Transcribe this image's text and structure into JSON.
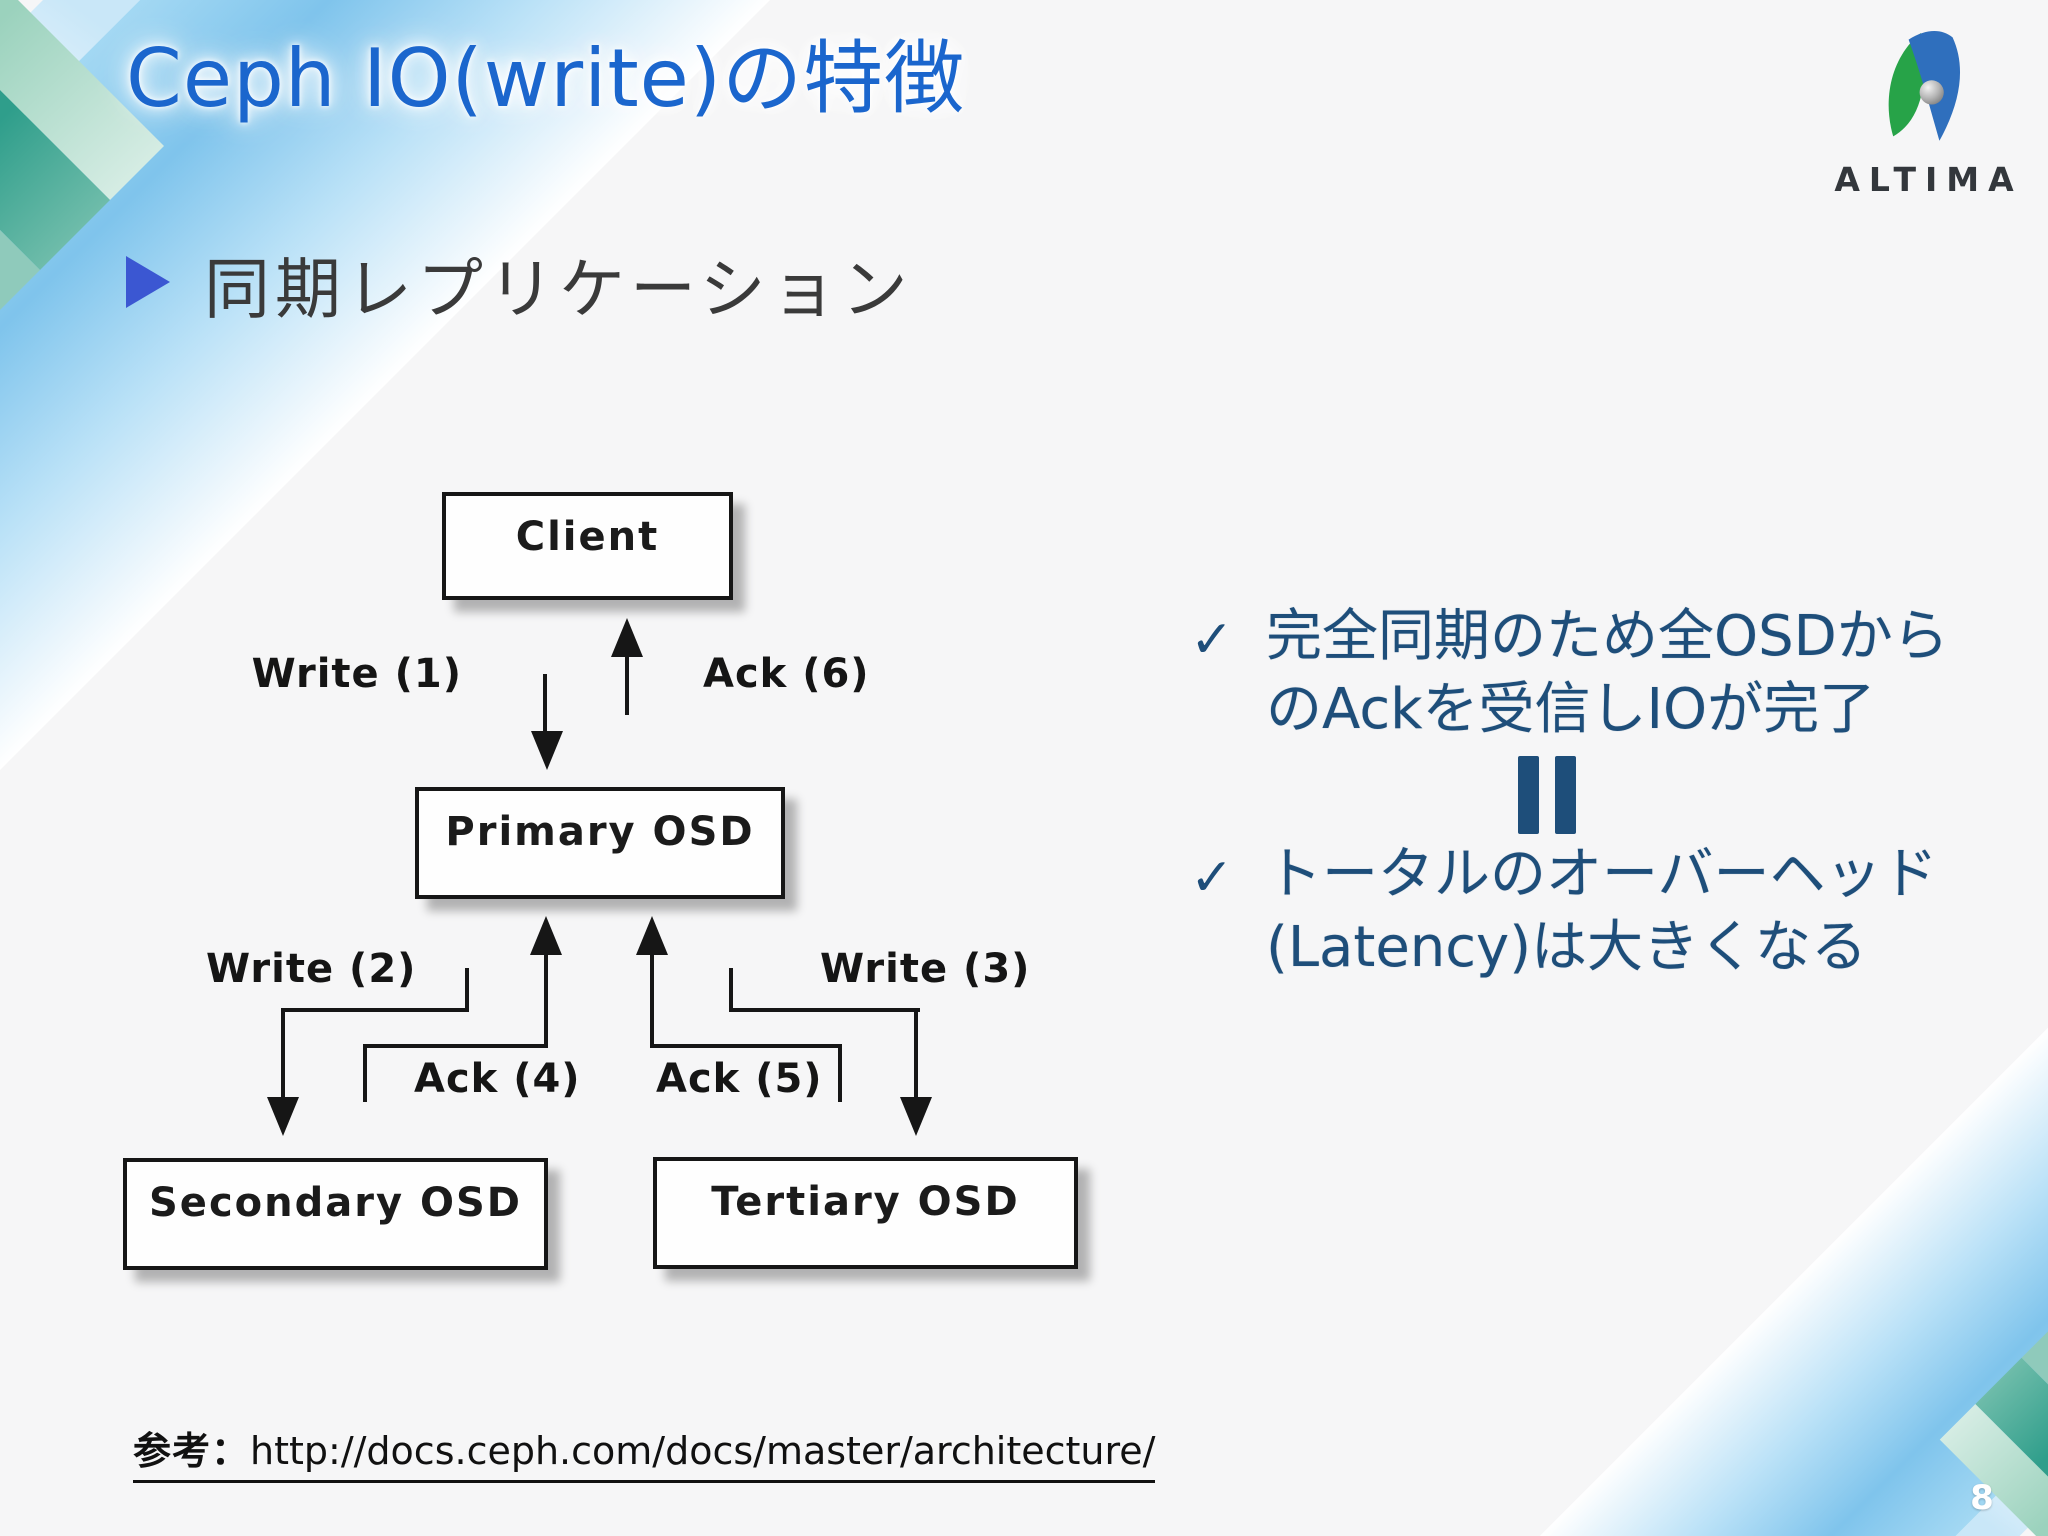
{
  "slide": {
    "title": "Ceph IO(write)の特徴",
    "page_number": "8",
    "bullet": "同期レプリケーション",
    "logo": {
      "brand": "ALTIMA"
    },
    "diagram": {
      "nodes": {
        "client": "Client",
        "primary": "Primary OSD",
        "secondary": "Secondary OSD",
        "tertiary": "Tertiary OSD"
      },
      "edges": {
        "write1": "Write (1)",
        "ack6": "Ack (6)",
        "write2": "Write (2)",
        "write3": "Write (3)",
        "ack4": "Ack (4)",
        "ack5": "Ack (5)"
      }
    },
    "notes": {
      "check": "✓",
      "equals_symbol": "||",
      "items": [
        {
          "lines": [
            "完全同期のため全OSDから",
            "のAckを受信しIOが完了"
          ]
        },
        {
          "lines": [
            "トータルのオーバーヘッド",
            "(Latency)は大きくなる"
          ]
        }
      ]
    },
    "reference": {
      "label": "参考：",
      "url": "http://docs.ceph.com/docs/master/architecture/"
    },
    "colors": {
      "title_blue": "#1b66cd",
      "note_navy": "#1e4e7a",
      "bullet_accent": "#3b57d2",
      "teal": "#2f9e8b",
      "sky_blue": "#7fc4ec"
    }
  }
}
